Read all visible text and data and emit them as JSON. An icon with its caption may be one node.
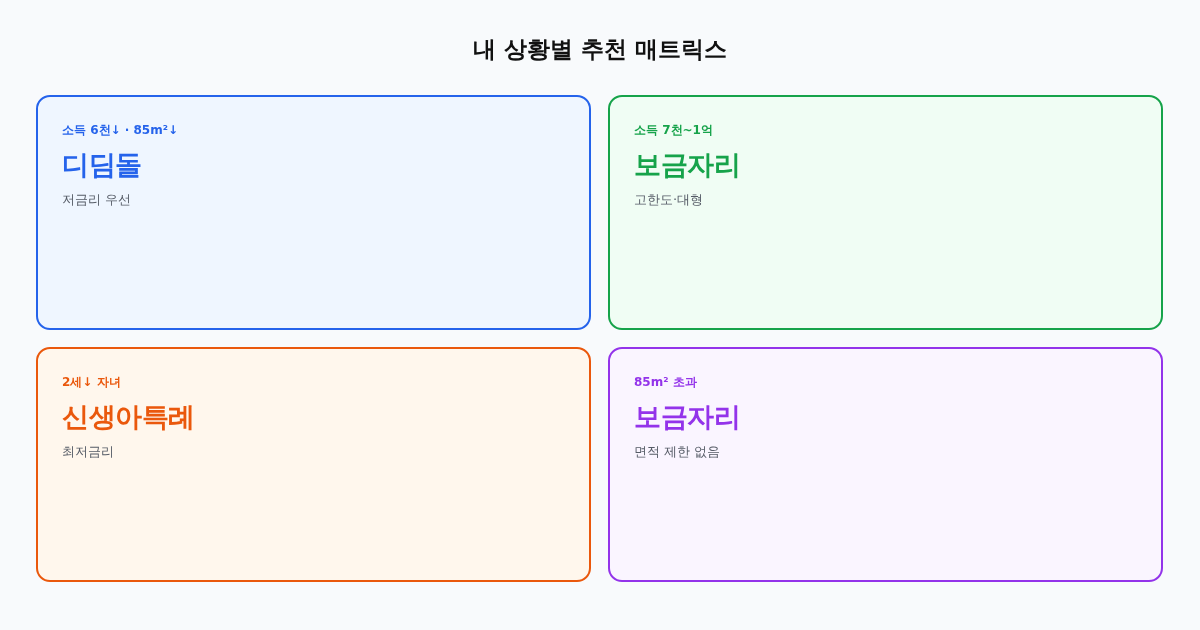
{
  "diagram": {
    "title": "내 상황별 추천 매트릭스",
    "nodes": [
      {
        "text": [
          "소득 6천↓ · 85m²↓",
          "디딤돌",
          "저금리 우선"
        ]
      },
      {
        "text": [
          "소득 7천~1억",
          "보금자리",
          "고한도·대형"
        ]
      },
      {
        "text": [
          "2세↓ 자녀",
          "신생아특례",
          "최저금리"
        ]
      },
      {
        "text": [
          "85m² 초과",
          "보금자리",
          "면적 제한 없음"
        ]
      }
    ]
  }
}
